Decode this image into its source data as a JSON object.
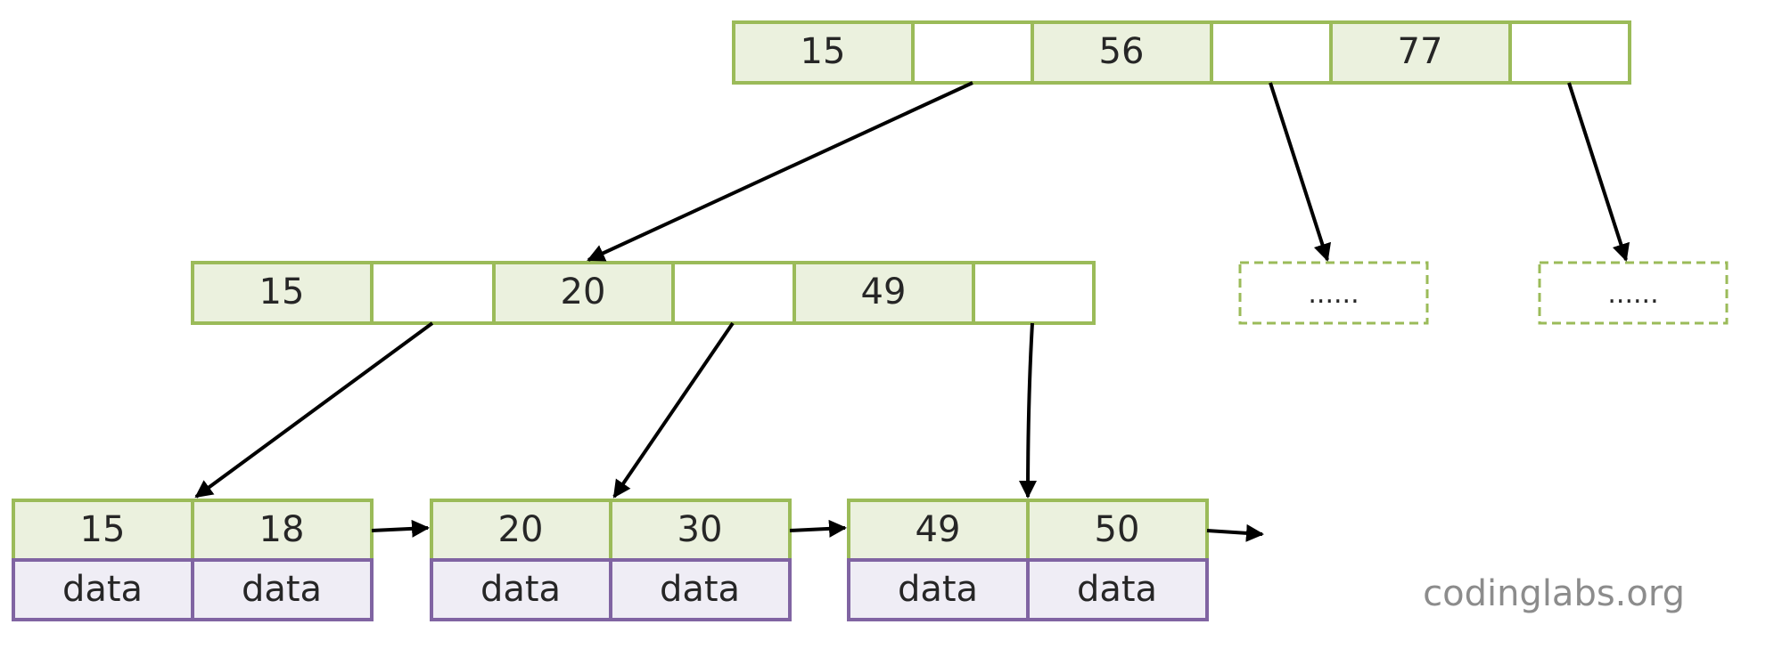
{
  "colors": {
    "key_fill": "#ebf1de",
    "key_stroke": "#9bbb59",
    "ptr_fill": "#ffffff",
    "data_fill": "#efedf5",
    "data_stroke": "#8064a2",
    "arrow": "#000000",
    "text": "#262626",
    "watermark": "#8c8c8c"
  },
  "tree": {
    "root": {
      "keys": [
        "15",
        "56",
        "77"
      ]
    },
    "internal": {
      "keys": [
        "15",
        "20",
        "49"
      ]
    },
    "placeholders": [
      "......",
      "......"
    ],
    "leaves": [
      {
        "keys": [
          "15",
          "18"
        ],
        "data": [
          "data",
          "data"
        ]
      },
      {
        "keys": [
          "20",
          "30"
        ],
        "data": [
          "data",
          "data"
        ]
      },
      {
        "keys": [
          "49",
          "50"
        ],
        "data": [
          "data",
          "data"
        ]
      }
    ]
  },
  "watermark": "codinglabs.org"
}
